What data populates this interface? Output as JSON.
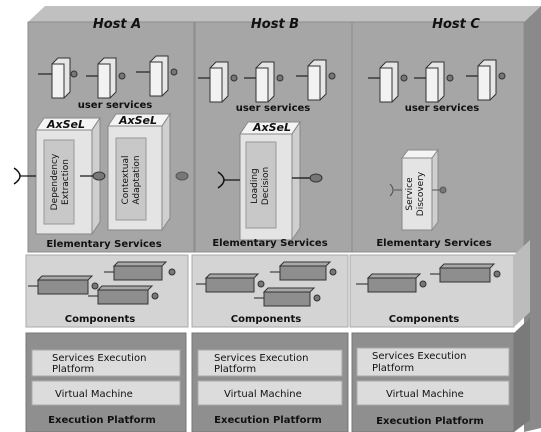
{
  "hosts": [
    {
      "title": "Host A",
      "user_services_label": "user services",
      "elementary_services_label": "Elementary Services",
      "axsel_label": "AxSeL",
      "axsel_boxes": [
        {
          "header": "AxSeL",
          "lines": [
            "Dependency",
            "Extraction"
          ]
        },
        {
          "header": "AxSeL",
          "lines": [
            "Contextual",
            "Adaptation"
          ]
        }
      ],
      "components_label": "Components",
      "platform_rows": [
        [
          "Services Execution",
          "Platform"
        ],
        [
          "Virtual Machine"
        ]
      ],
      "execution_platform_label": "Execution Platform"
    },
    {
      "title": "Host B",
      "user_services_label": "user services",
      "elementary_services_label": "Elementary Services",
      "axsel_boxes": [
        {
          "header": "AxSeL",
          "lines": [
            "Loading",
            "Decision"
          ]
        }
      ],
      "components_label": "Components",
      "platform_rows": [
        [
          "Services Execution",
          "Platform"
        ],
        [
          "Virtual Machine"
        ]
      ],
      "execution_platform_label": "Execution Platform"
    },
    {
      "title": "Host C",
      "user_services_label": "user services",
      "elementary_services_label": "Elementary Services",
      "service_box": {
        "lines": [
          "Service",
          "Discovery"
        ]
      },
      "components_label": "Components",
      "platform_rows": [
        [
          "Services Execution",
          "Platform"
        ],
        [
          "Virtual Machine"
        ]
      ],
      "execution_platform_label": "Execution Platform"
    }
  ],
  "colors": {
    "service_layer": "#a6a6a6",
    "service_layer_top": "#bdbdbd",
    "service_layer_side": "#8a8a8a",
    "component_layer": "#d4d4d4",
    "platform_layer": "#8f8f8f",
    "platform_row": "#dcdcdc",
    "axsel_box": "#e4e4e4",
    "component_bar": "#8e8e8e"
  }
}
